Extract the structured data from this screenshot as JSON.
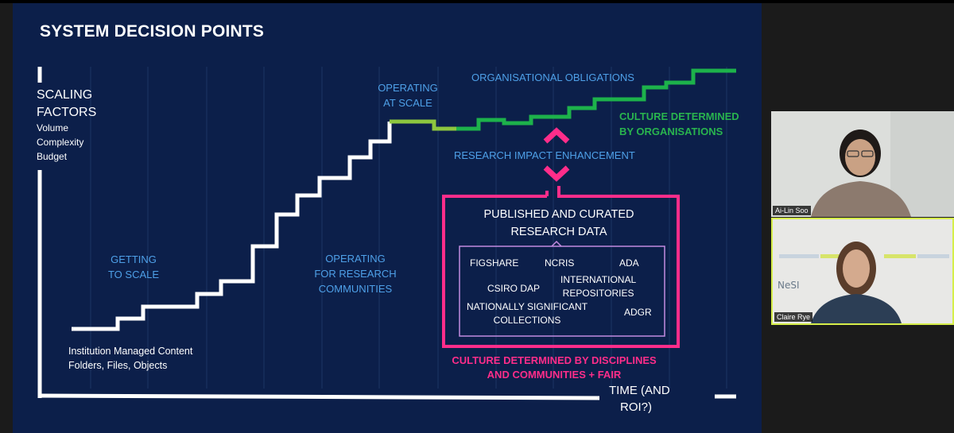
{
  "slide": {
    "title": "SYSTEM DECISION POINTS",
    "y_axis": {
      "line1": "SCALING",
      "line2": "FACTORS",
      "sub": [
        "Volume",
        "Complexity",
        "Budget"
      ]
    },
    "x_axis": {
      "line1": "TIME (AND",
      "line2": "ROI?)"
    },
    "stages": {
      "getting_to_scale": [
        "GETTING",
        "TO SCALE"
      ],
      "operating_for_communities": [
        "OPERATING",
        "FOR RESEARCH",
        "COMMUNITIES"
      ],
      "operating_at_scale": [
        "OPERATING",
        "AT SCALE"
      ],
      "organisational_obligations": "ORGANISATIONAL OBLIGATIONS",
      "research_impact": "RESEARCH IMPACT ENHANCEMENT"
    },
    "culture_orgs": [
      "CULTURE DETERMINED",
      "BY ORGANISATIONS"
    ],
    "institution": [
      "Institution Managed Content",
      "Folders, Files, Objects"
    ],
    "box": {
      "title": [
        "PUBLISHED AND CURATED",
        "RESEARCH DATA"
      ],
      "items": {
        "figshare": "FIGSHARE",
        "ncris": "NCRIS",
        "ada": "ADA",
        "csiro": "CSIRO DAP",
        "international": [
          "INTERNATIONAL",
          "REPOSITORIES"
        ],
        "nationally": [
          "NATIONALLY SIGNIFICANT",
          "COLLECTIONS"
        ],
        "adgr": "ADGR"
      }
    },
    "culture_disciplines": [
      "CULTURE DETERMINED BY DISCIPLINES",
      "AND COMMUNITIES + FAIR"
    ],
    "colors": {
      "background": "#0c1f4a",
      "white_steps": "#ffffff",
      "lime": "#8dc63f",
      "green": "#1db24b",
      "pink": "#ff2d8a",
      "purple": "#c28be0",
      "blue": "#4ea0e8"
    }
  },
  "participants": [
    {
      "name": "Ai-Lin Soo"
    },
    {
      "name": "Claire Rye",
      "logo": "NeSI"
    }
  ]
}
